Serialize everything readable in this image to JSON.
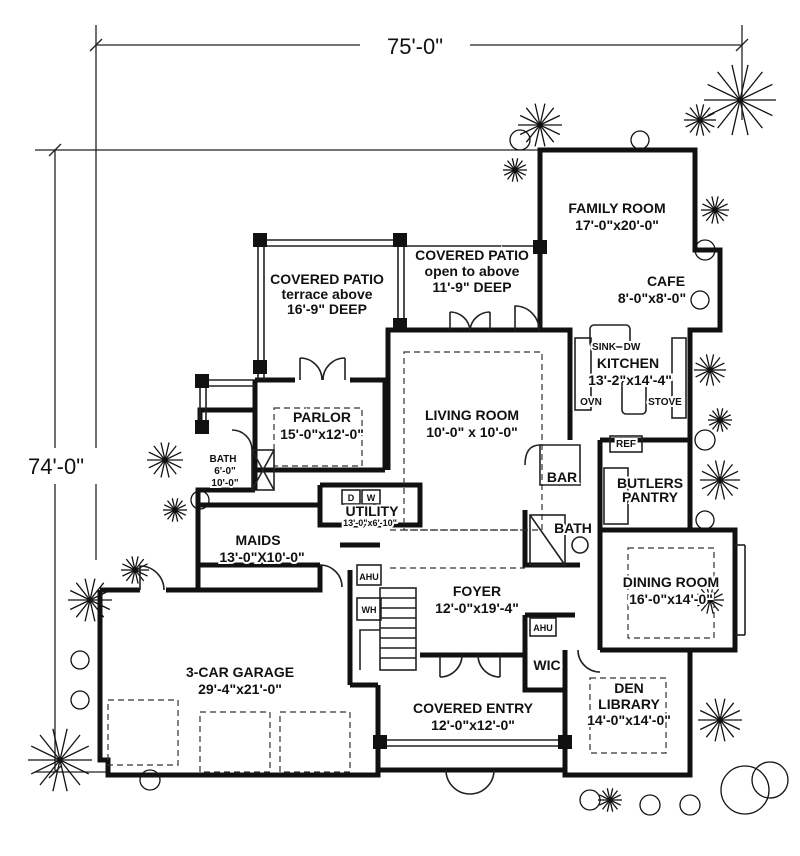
{
  "dimensions": {
    "width": "75'-0\"",
    "depth": "74'-0\""
  },
  "rooms": {
    "family_room": {
      "name": "FAMILY ROOM",
      "size": "17'-0\"x20'-0\""
    },
    "covered_patio_upper": {
      "name": "COVERED PATIO",
      "note": "open to above",
      "size": "11'-9\" DEEP"
    },
    "covered_patio_left": {
      "name": "COVERED PATIO",
      "note": "terrace above",
      "size": "16'-9\" DEEP"
    },
    "cafe": {
      "name": "CAFE",
      "size": "8'-0\"x8'-0\""
    },
    "kitchen": {
      "name": "KITCHEN",
      "size": "13'-2\"x14'-4\"",
      "sink": "SINK",
      "dw": "DW",
      "ovn": "OVN",
      "stove": "STOVE",
      "ref": "REF"
    },
    "parlor": {
      "name": "PARLOR",
      "size": "15'-0\"x12'-0\""
    },
    "living_room": {
      "name": "LIVING ROOM",
      "size": "10'-0\" x 10'-0\""
    },
    "bath_left": {
      "name": "BATH",
      "size_a": "6'-0\"",
      "size_b": "10'-0\""
    },
    "bar": {
      "name": "BAR"
    },
    "butlers_pantry": {
      "line1": "BUTLERS",
      "line2": "PANTRY"
    },
    "utility": {
      "name": "UTILITY",
      "size": "13'-0\"x6'-10\"",
      "d": "D",
      "w": "W"
    },
    "bath_center": {
      "name": "BATH"
    },
    "maids": {
      "name": "MAIDS",
      "size": "13'-0\"X10'-0\""
    },
    "dining_room": {
      "name": "DINING ROOM",
      "size": "16'-0\"x14'-0\""
    },
    "foyer": {
      "name": "FOYER",
      "size": "12'-0\"x19'-4\""
    },
    "ahu_left": {
      "name": "AHU"
    },
    "wh": {
      "name": "WH"
    },
    "ahu_right": {
      "name": "AHU"
    },
    "wic": {
      "name": "WIC"
    },
    "garage": {
      "name": "3-CAR GARAGE",
      "size": "29'-4\"x21'-0\""
    },
    "covered_entry": {
      "name": "COVERED ENTRY",
      "size": "12'-0\"x12'-0\""
    },
    "den": {
      "line1": "DEN",
      "line2": "LIBRARY",
      "size": "14'-0\"x14'-0\""
    }
  }
}
